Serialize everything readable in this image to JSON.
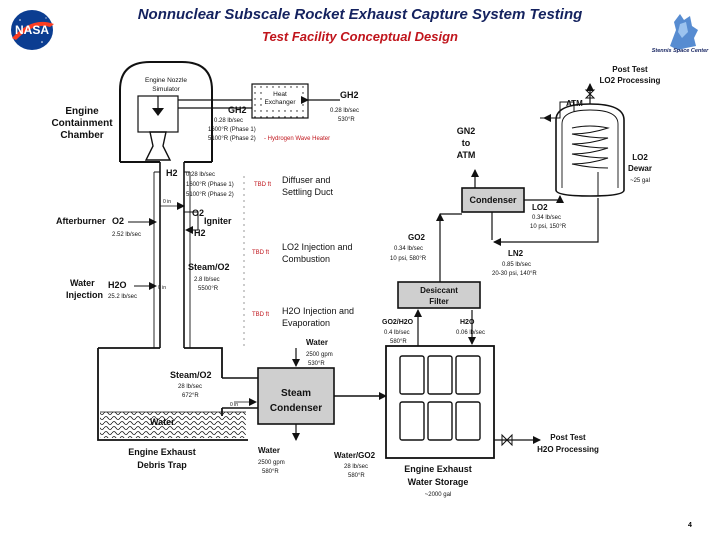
{
  "header": {
    "title": "Nonnuclear Subscale Rocket Exhaust Capture System Testing",
    "subtitle": "Test Facility Conceptual Design",
    "ssc_caption": "Stennis Space Center",
    "nasa_logo": "NASA",
    "page_number": "4"
  },
  "colors": {
    "title": "#14225f",
    "subtitle": "#c0151c",
    "line": "#111111",
    "gray": "#cfcfcf"
  },
  "labels": {
    "engine_chamber_1": "Engine",
    "engine_chamber_2": "Containment",
    "engine_chamber_3": "Chamber",
    "nozzle_1": "Engine Nozzle",
    "nozzle_2": "Simulator",
    "hx_1": "Heat",
    "hx_2": "Exchanger",
    "gh2_left": "GH2",
    "gh2_left_flow": "0.28 lb/sec",
    "gh2_left_t1": "1600°R (Phase 1)",
    "gh2_left_t2": "5100°R (Phase 2)",
    "hydrogen_heater": " - Hydrogen Wave Heater",
    "gh2_right": "GH2",
    "gh2_right_flow": "0.28 lb/sec",
    "gh2_right_t": "530°R",
    "h2": "H2",
    "h2_flow": "0.28 lb/sec",
    "h2_t1": "1600°R (Phase 1)",
    "h2_t2": "5100°R (Phase 2)",
    "diffuser_tag": "TBD ft",
    "diffuser_1": "Diffuser and",
    "diffuser_2": "Settling Duct",
    "afterburner": "Afterburner",
    "o2": "O2",
    "o2_flow": "2.52 lb/sec",
    "o2_inner": "O2",
    "igniter": "Igniter",
    "h2_inner": "H2",
    "lo2_inj_tag": "TBD ft",
    "lo2_inj_1": "LO2 Injection  and",
    "lo2_inj_2": "Combustion",
    "steam_o2": "Steam/O2",
    "steam_o2_flow": "2.8 lb/sec",
    "steam_o2_t": "5500°R",
    "water_inj_1": "Water",
    "water_inj_2": "Injection",
    "h2o": "H2O",
    "h2o_flow": "25.2 lb/sec",
    "h2o_inj_tag": "TBD ft",
    "h2o_inj_1": "H2O Injection  and",
    "h2o_inj_2": "Evaporation",
    "water_top": "Water",
    "water_top_flow": "2500 gpm",
    "water_top_t": "530°R",
    "steam_o2_low": "Steam/O2",
    "steam_o2_low_flow": "28 lb/sec",
    "steam_o2_low_t": "672°R",
    "pool_water": "Water",
    "debris_1": "Engine Exhaust",
    "debris_2": "Debris Trap",
    "steam_cond_1": "Steam",
    "steam_cond_2": "Condenser",
    "water_bottom": "Water",
    "water_bottom_flow": "2500 gpm",
    "water_bottom_t": "580°R",
    "water_go2": "Water/GO2",
    "water_go2_flow": "28 lb/sec",
    "water_go2_t": "580°R",
    "storage_1": "Engine Exhaust",
    "storage_2": "Water Storage",
    "storage_vol": "~2000 gal",
    "gn2_1": "GN2",
    "gn2_2": "to",
    "gn2_3": "ATM",
    "condenser": "Condenser",
    "go2": "GO2",
    "go2_flow": "0.34 lb/sec",
    "go2_cond": "10 psi, 580°R",
    "lo2_mid": "LO2",
    "lo2_mid_flow": "0.34 lb/sec",
    "lo2_mid_cond": "10 psi, 150°R",
    "ln2": "LN2",
    "ln2_flow": "0.85 lb/sec",
    "ln2_cond": "20-30 psi, 140°R",
    "desiccant_1": "Desiccant",
    "desiccant_2": "Filter",
    "go2_h2o": "GO2/H2O",
    "go2_h2o_flow": "0.4 lb/sec",
    "go2_h2o_t": "580°R",
    "h2o_right": "H2O",
    "h2o_right_flow": "0.06 lb/sec",
    "post_lo2_1": "Post Test",
    "post_lo2_2": "LO2 Processing",
    "atm": "ATM",
    "lo2_dewar_1": "LO2",
    "lo2_dewar_2": "Dewar",
    "lo2_dewar_3": "~25 gal",
    "post_h2o_1": "Post Test",
    "post_h2o_2": "H2O Processing",
    "dim_a": "0 in",
    "dim_b": "0 in",
    "dim_c": "0 in"
  }
}
